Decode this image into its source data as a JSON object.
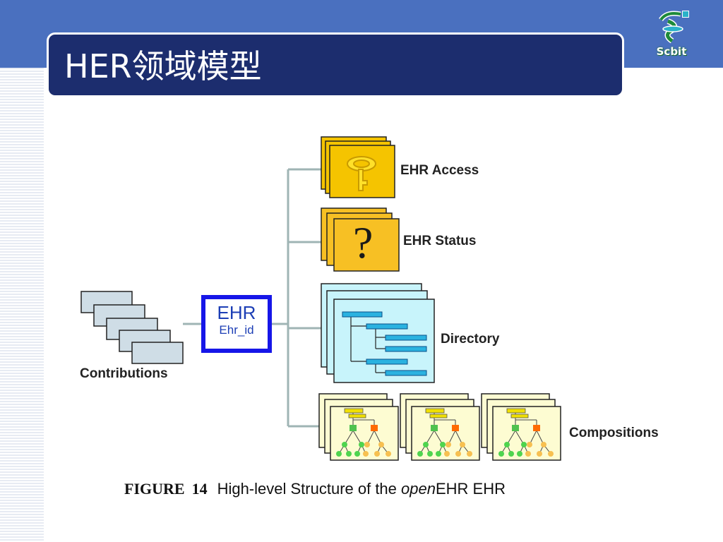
{
  "slide": {
    "title": "HER领域模型",
    "logo_text": "Scbit"
  },
  "diagram": {
    "center_node": {
      "label": "EHR",
      "sublabel": "Ehr_id"
    },
    "left_node": {
      "label": "Contributions"
    },
    "branches": [
      {
        "label": "EHR Access",
        "icon": "key-icon"
      },
      {
        "label": "EHR Status",
        "icon": "question-mark-icon",
        "symbol": "?"
      },
      {
        "label": "Directory",
        "icon": "folder-tree-icon"
      },
      {
        "label": "Compositions",
        "icon": "composition-tree-icon"
      }
    ]
  },
  "caption": {
    "figure": "FIGURE",
    "number": "14",
    "text_before": "High-level Structure of the ",
    "text_italic": "open",
    "text_after": "EHR EHR"
  },
  "colors": {
    "header_band": "#4a70bf",
    "title_box": "#1c2d6e",
    "ehr_border": "#1616e8",
    "access_status_fill": "#f5c400",
    "directory_fill": "#c8f4fb",
    "composition_fill": "#fdfcd2",
    "connector": "#9fb4b4"
  }
}
